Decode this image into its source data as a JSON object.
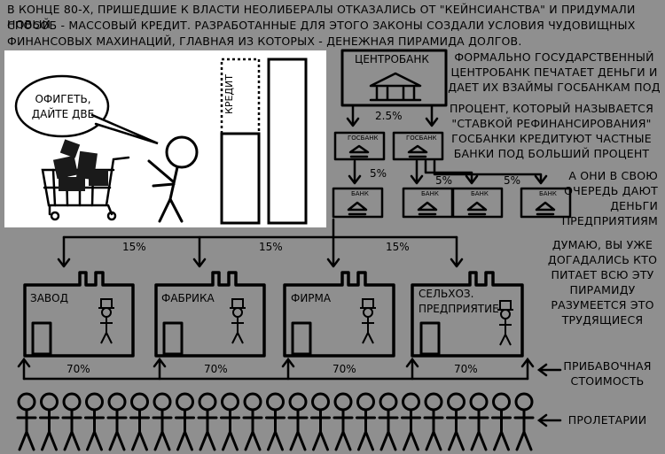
{
  "intro": {
    "line1": "В КОНЦЕ 80-Х, ПРИШЕДШИЕ К ВЛАСТИ НЕОЛИБЕРАЛЫ ОТКАЗАЛИСЬ ОТ \"КЕЙНСИАНСТВА\" И ПРИДУМАЛИ НОВЫЙ",
    "line2": "СПОСОБ - МАССОВЫЙ КРЕДИТ. РАЗРАБОТАННЫЕ ДЛЯ ЭТОГО ЗАКОНЫ СОЗДАЛИ УСЛОВИЯ ЧУДОВИЩНЫХ",
    "line3": "ФИНАНСОВЫХ МАХИНАЦИЙ, ГЛАВНАЯ ИЗ КОТОРЫХ - ДЕНЕЖНАЯ ПИРАМИДА ДОЛГОВ."
  },
  "comic": {
    "speech": "ОФИГЕТЬ, ДАЙТЕ ДВЕ",
    "credit_label": "КРЕДИТ"
  },
  "central_bank": {
    "label": "ЦЕНТРОБАНК"
  },
  "gosbank_label": "ГОСБАНК",
  "bank_label": "БАНК",
  "rates": {
    "central_to_gos": "2.5%",
    "gos_to_bank": "5%",
    "gos_to_bank_b": "5%",
    "gos_to_bank_c": "5%",
    "bank_to_enterprise": "15%",
    "worker_share": "70%"
  },
  "notes": {
    "formal": [
      "ФОРМАЛЬНО ГОСУДАРСТВЕННЫЙ",
      "ЦЕНТРОБАНК ПЕЧАТАЕТ ДЕНЬГИ И",
      "ДАЕТ ИХ ВЗАЙМЫ ГОСБАНКАМ ПОД"
    ],
    "percent": [
      "ПРОЦЕНТ, КОТОРЫЙ НАЗЫВАЕТСЯ",
      "\"СТАВКОЙ РЕФИНАНСИРОВАНИЯ\"",
      "ГОСБАНКИ КРЕДИТУЮТ ЧАСТНЫЕ",
      "БАНКИ ПОД БОЛЬШИЙ ПРОЦЕНТ"
    ],
    "turn": [
      "А ОНИ В СВОЮ",
      "ОЧЕРЕДЬ ДАЮТ",
      "ДЕНЬГИ",
      "ПРЕДПРИЯТИЯМ"
    ],
    "guess": [
      "ДУМАЮ, ВЫ УЖЕ",
      "ДОГАДАЛИСЬ КТО",
      "ПИТАЕТ ВСЮ ЭТУ",
      "ПИРАМИДУ",
      "РАЗУМЕЕТСЯ ЭТО",
      "ТРУДЯЩИЕСЯ"
    ],
    "surplus": [
      "ПРИБАВОЧНАЯ",
      "СТОИМОСТЬ"
    ],
    "proletarians": "ПРОЛЕТАРИИ"
  },
  "enterprises": [
    "ЗАВОД",
    "ФАБРИКА",
    "ФИРМА",
    "СЕЛЬХОЗ.",
    "ПРЕДПРИЯТИЕ"
  ]
}
